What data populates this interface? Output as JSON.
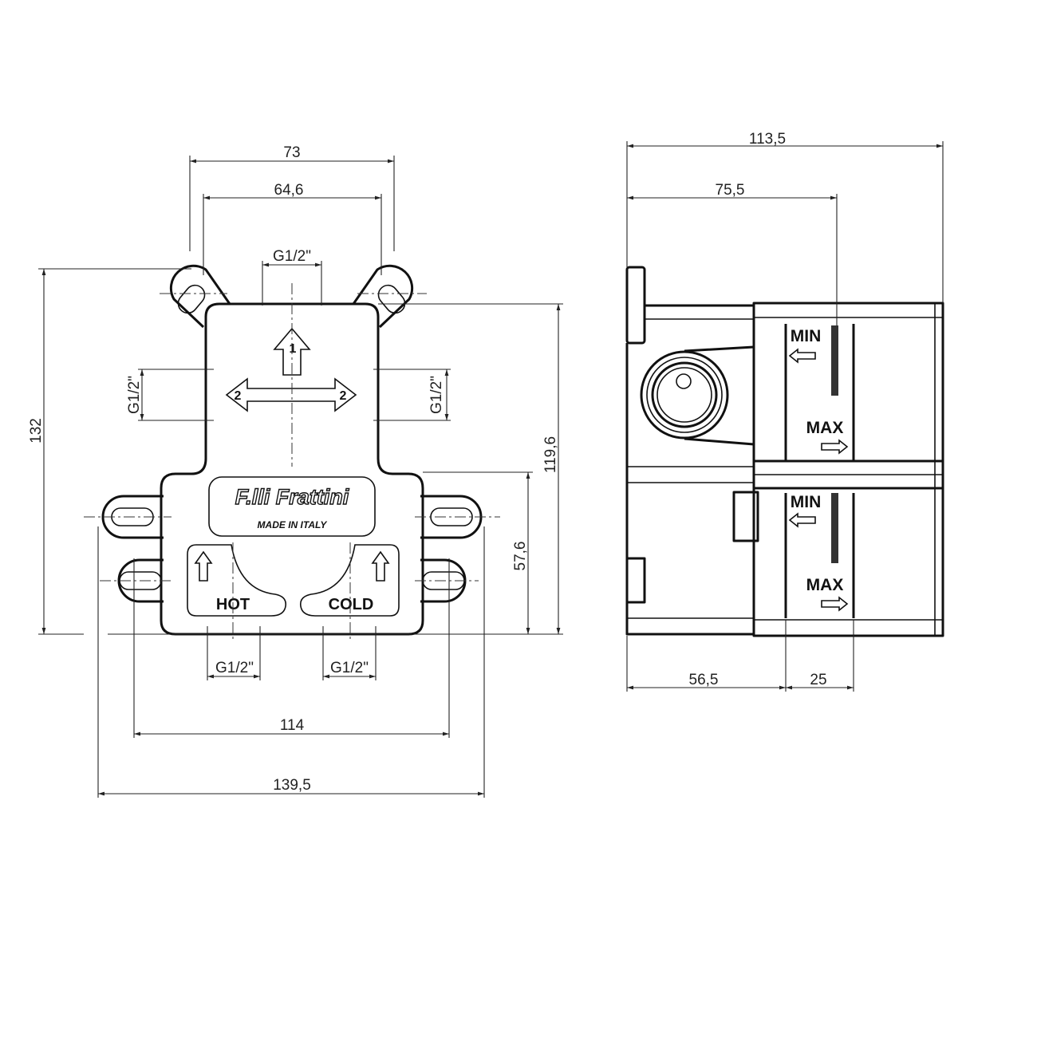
{
  "front_view": {
    "logo": {
      "brand": "F.lli Frattini",
      "origin": "MADE IN ITALY"
    },
    "arrow_labels": {
      "up": "1",
      "left": "2",
      "right": "2"
    },
    "hot_label": "HOT",
    "cold_label": "COLD",
    "dimensions": {
      "width_outer_ears": "73",
      "width_inner_ears": "64,6",
      "top_thread": "G1/2\"",
      "left_thread": "G1/2\"",
      "right_thread": "G1/2\"",
      "height_total": "132",
      "height_body": "119,6",
      "height_lower": "57,6",
      "hot_thread": "G1/2\"",
      "cold_thread": "G1/2\"",
      "width_tabs": "114",
      "width_total": "139,5"
    }
  },
  "side_view": {
    "min_label": "MIN",
    "max_label": "MAX",
    "dimensions": {
      "depth_total": "113,5",
      "depth_min_mark": "75,5",
      "depth_body": "56,5",
      "adjust_range": "25"
    }
  }
}
